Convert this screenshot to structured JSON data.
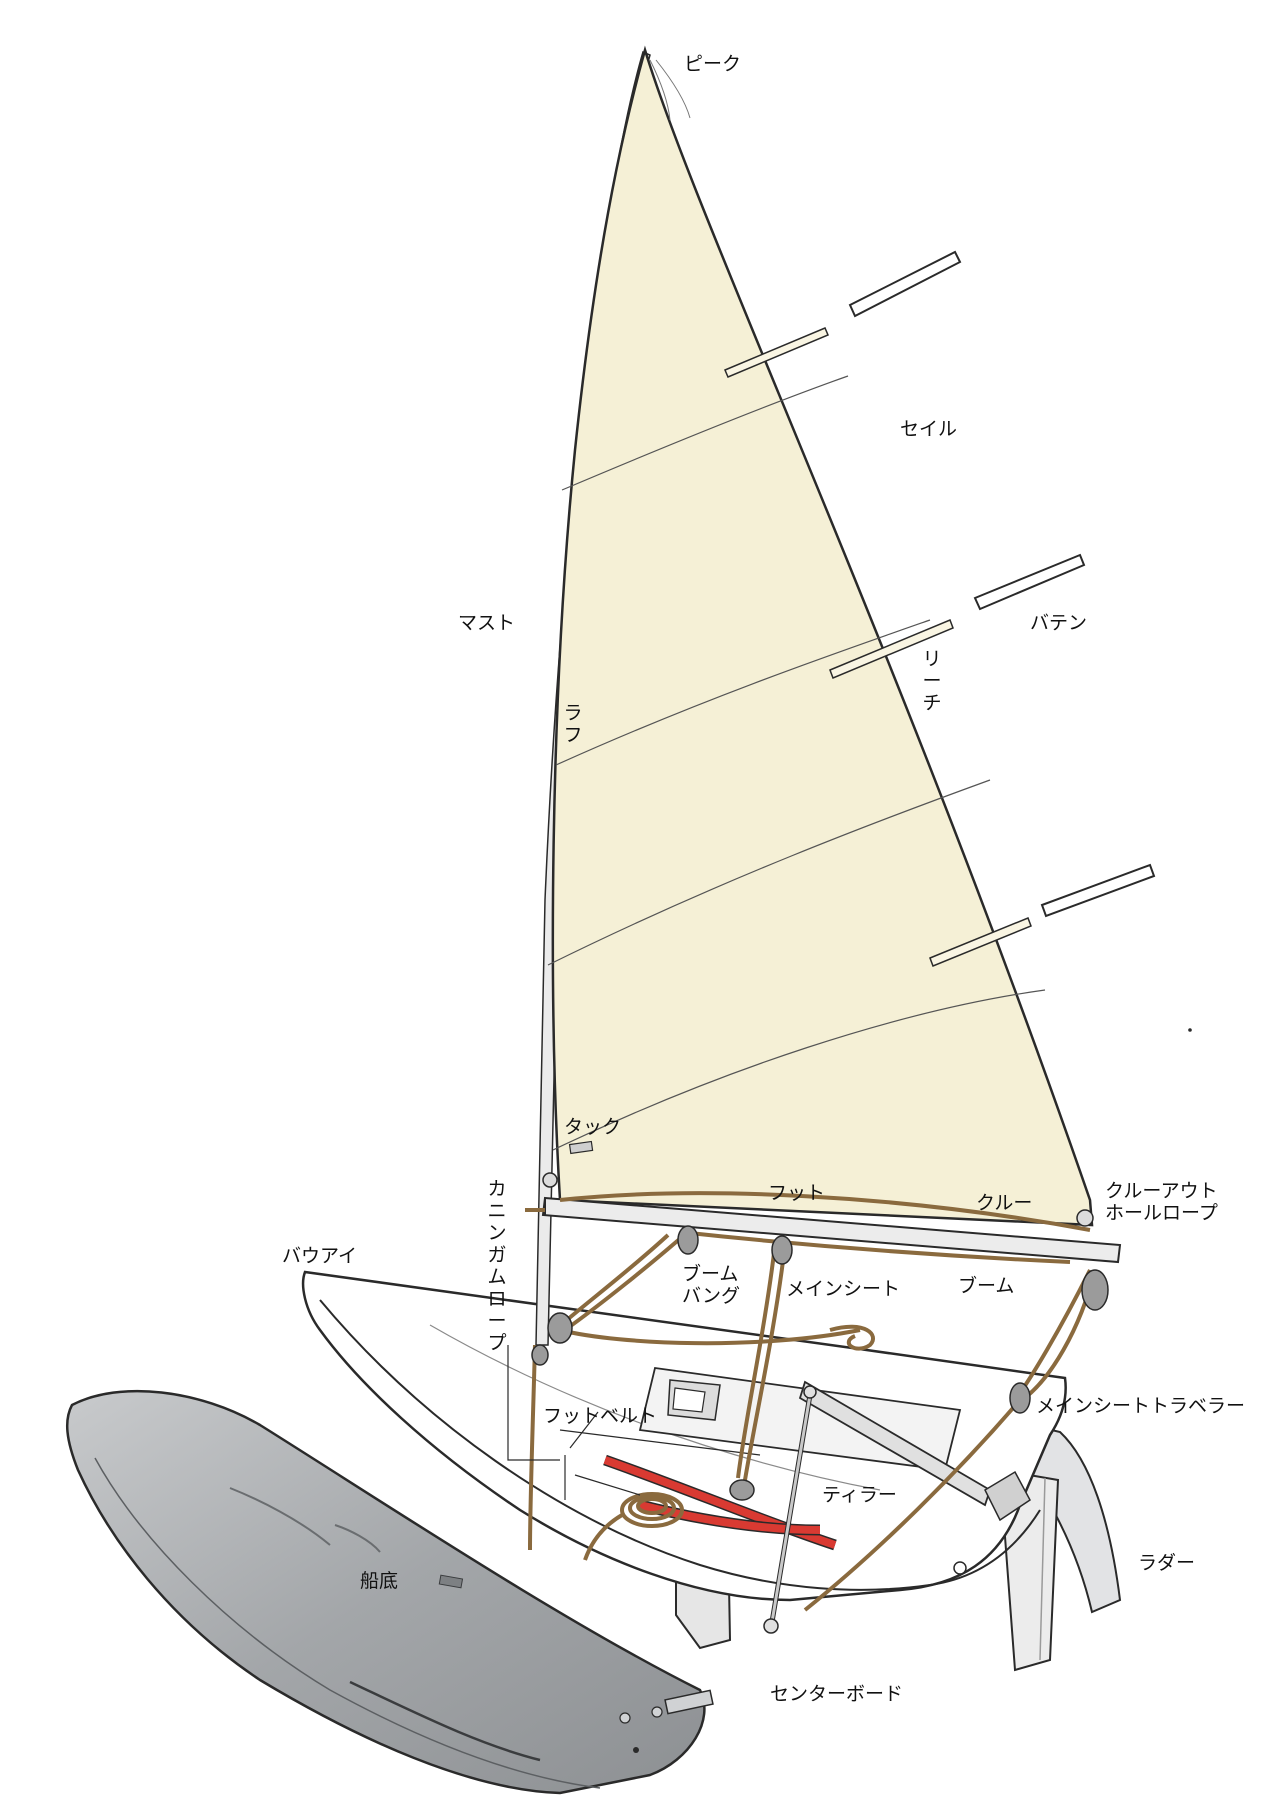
{
  "labels": {
    "peak": "ピーク",
    "sail": "セイル",
    "batten": "バテン",
    "leech": "リーチ",
    "mast": "マスト",
    "luff": "ラフ",
    "tack": "タック",
    "foot": "フット",
    "clew": "クルー",
    "clew_outhaul_line1": "クルーアウト",
    "clew_outhaul_line2": "ホールロープ",
    "cunningham": "カニンガムロープ",
    "bow_eye": "バウアイ",
    "boom_vang_line1": "ブーム",
    "boom_vang_line2": "バング",
    "mainsheet": "メインシート",
    "boom": "ブーム",
    "foot_strap": "フットベルト",
    "mainsheet_traveller": "メインシートトラベラー",
    "tiller": "ティラー",
    "rudder": "ラダー",
    "centerboard": "センターボード",
    "hull_bottom": "船底"
  },
  "colors": {
    "sail": "#f5f0d6",
    "hull": "#ffffff",
    "hull_bottom": "#a9acaf",
    "rope": "#8a6a3e",
    "strap": "#d93a32",
    "outline": "#2a2a2a"
  }
}
